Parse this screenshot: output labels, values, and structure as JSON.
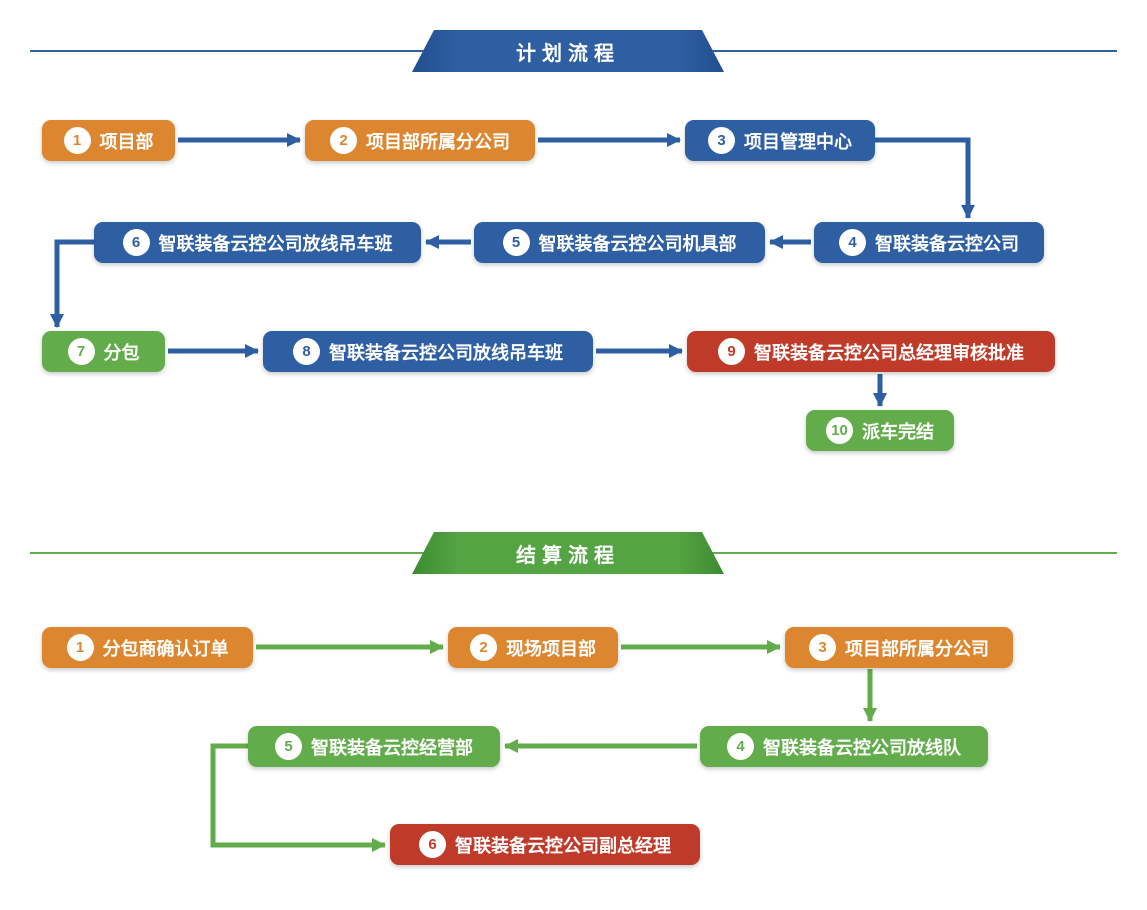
{
  "colors": {
    "flow-blue": "#2E5FA3",
    "flow-green": "#63AC4C",
    "node-orange": "#DD8630",
    "node-red": "#BF3A28",
    "banner-blue-dark": "#224E8D",
    "banner-green": "#54A443",
    "banner-green-dark": "#3D8A31"
  },
  "plan": {
    "banner_label": "计划流程",
    "nodes": [
      {
        "num": "1",
        "label": "项目部",
        "color": "orange"
      },
      {
        "num": "2",
        "label": "项目部所属分公司",
        "color": "orange"
      },
      {
        "num": "3",
        "label": "项目管理中心",
        "color": "blue"
      },
      {
        "num": "4",
        "label": "智联装备云控公司",
        "color": "blue"
      },
      {
        "num": "5",
        "label": "智联装备云控公司机具部",
        "color": "blue"
      },
      {
        "num": "6",
        "label": "智联装备云控公司放线吊车班",
        "color": "blue"
      },
      {
        "num": "7",
        "label": "分包",
        "color": "green"
      },
      {
        "num": "8",
        "label": "智联装备云控公司放线吊车班",
        "color": "blue"
      },
      {
        "num": "9",
        "label": "智联装备云控公司总经理审核批准",
        "color": "red"
      },
      {
        "num": "10",
        "label": "派车完结",
        "color": "green"
      }
    ]
  },
  "settlement": {
    "banner_label": "结算流程",
    "nodes": [
      {
        "num": "1",
        "label": "分包商确认订单",
        "color": "orange"
      },
      {
        "num": "2",
        "label": "现场项目部",
        "color": "orange"
      },
      {
        "num": "3",
        "label": "项目部所属分公司",
        "color": "orange"
      },
      {
        "num": "4",
        "label": "智联装备云控公司放线队",
        "color": "green"
      },
      {
        "num": "5",
        "label": "智联装备云控经营部",
        "color": "green"
      },
      {
        "num": "6",
        "label": "智联装备云控公司副总经理",
        "color": "red"
      }
    ]
  }
}
